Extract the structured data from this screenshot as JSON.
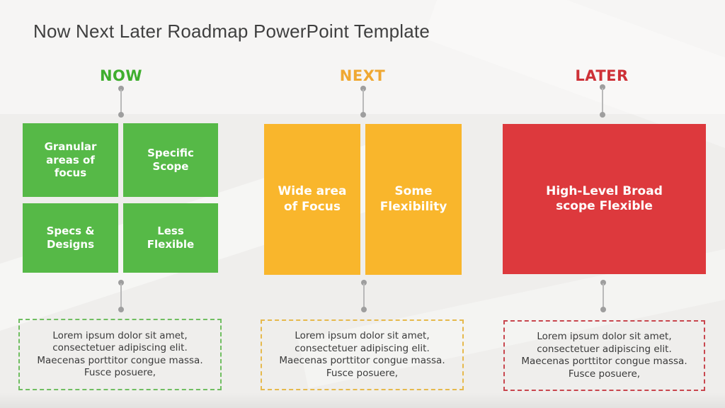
{
  "title": "Now Next Later Roadmap PowerPoint Template",
  "connector": {
    "dot_color": "#9e9e9e",
    "line_color": "#b9b9b9"
  },
  "columns": [
    {
      "label": "NOW",
      "label_color": "#3fae2e",
      "box_color": "#56b947",
      "dash_color": "#70be61",
      "boxes": [
        "Granular\nareas of\nfocus",
        "Specific\nScope",
        "Specs &\nDesigns",
        "Less\nFlexible"
      ],
      "note": "Lorem ipsum dolor sit amet,\nconsectetuer adipiscing elit.\nMaecenas porttitor congue massa.\nFusce posuere,"
    },
    {
      "label": "NEXT",
      "label_color": "#efa832",
      "box_color": "#f9b62c",
      "dash_color": "#e6b94c",
      "boxes": [
        "Wide area\nof Focus",
        "Some\nFlexibility"
      ],
      "note": "Lorem ipsum dolor sit amet,\nconsectetuer adipiscing elit.\nMaecenas porttitor congue massa.\nFusce posuere,"
    },
    {
      "label": "LATER",
      "label_color": "#ce3137",
      "box_color": "#dd393d",
      "dash_color": "#c8464e",
      "boxes": [
        "High-Level Broad\nscope Flexible"
      ],
      "note": "Lorem ipsum dolor sit amet,\nconsectetuer adipiscing elit.\nMaecenas porttitor congue massa.\nFusce posuere,"
    }
  ]
}
